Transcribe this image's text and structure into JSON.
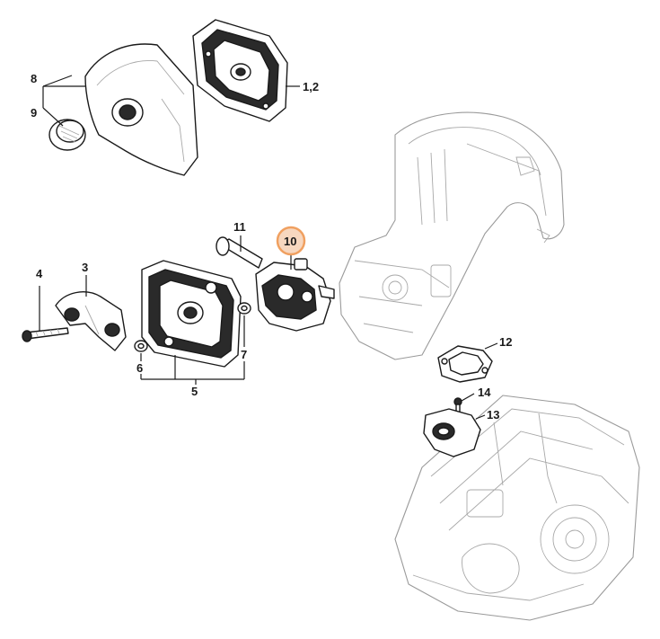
{
  "highlight_color": "#f0a060",
  "highlight_fill": "#f7d7bf",
  "callouts": [
    {
      "id": "c-8",
      "label": "8"
    },
    {
      "id": "c-9",
      "label": "9"
    },
    {
      "id": "c-12a",
      "label": "1,2"
    },
    {
      "id": "c-11",
      "label": "11"
    },
    {
      "id": "c-10",
      "label": "10"
    },
    {
      "id": "c-4",
      "label": "4"
    },
    {
      "id": "c-3",
      "label": "3"
    },
    {
      "id": "c-6",
      "label": "6"
    },
    {
      "id": "c-7",
      "label": "7"
    },
    {
      "id": "c-5",
      "label": "5"
    },
    {
      "id": "c-12",
      "label": "12"
    },
    {
      "id": "c-14",
      "label": "14"
    },
    {
      "id": "c-13",
      "label": "13"
    }
  ]
}
